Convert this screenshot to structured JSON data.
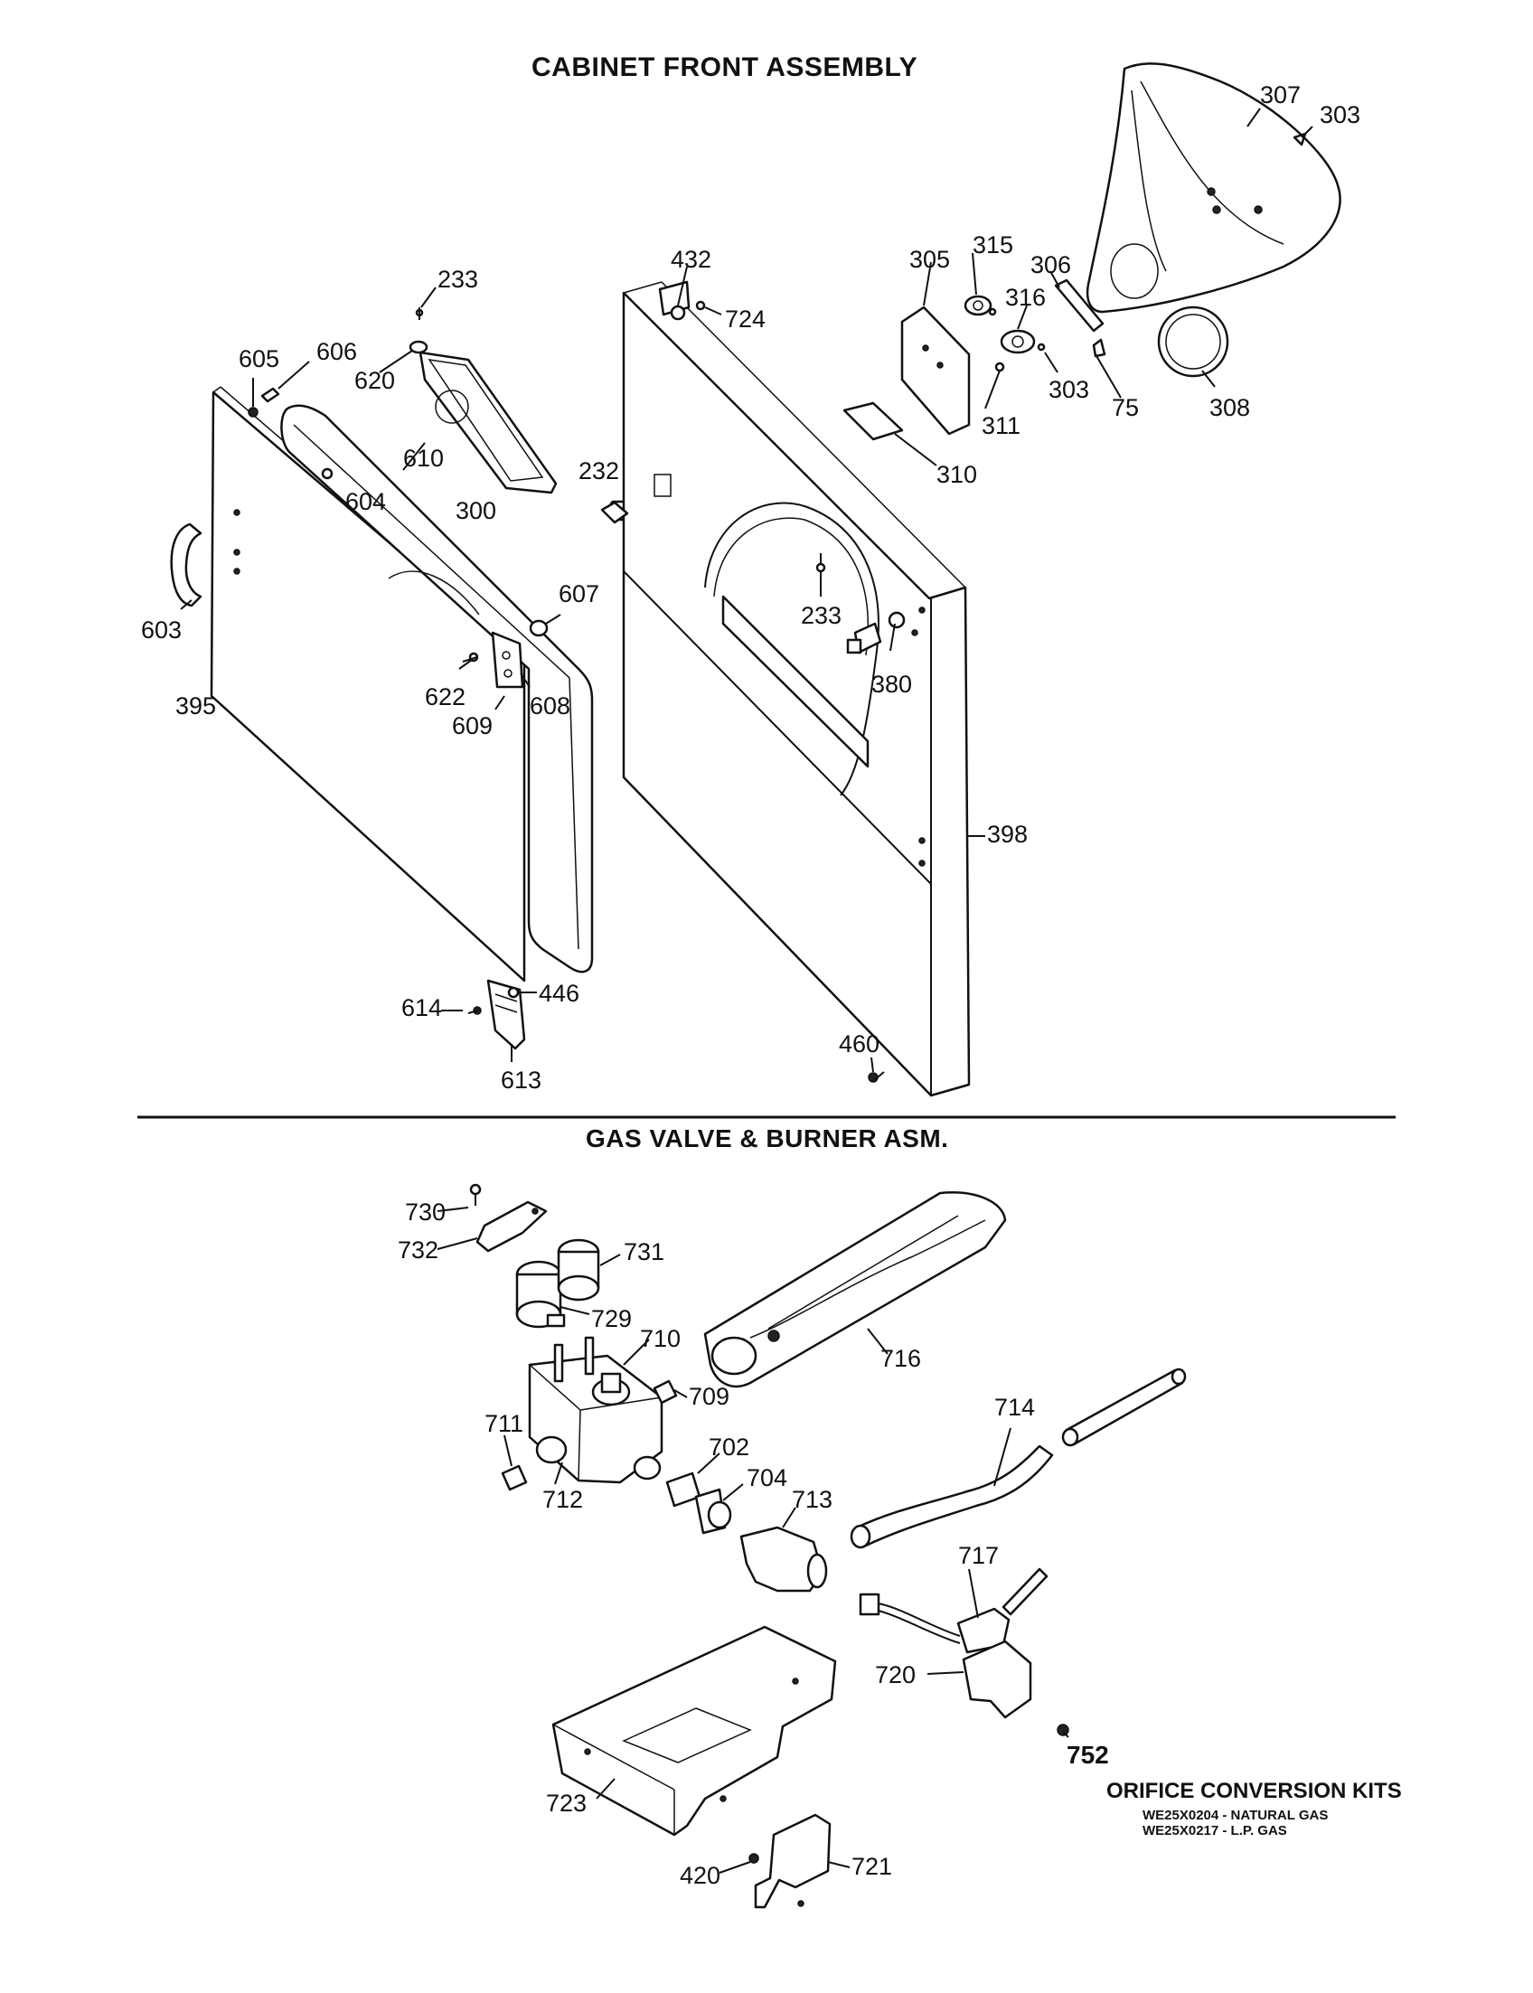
{
  "sections": {
    "top_title": "CABINET FRONT ASSEMBLY",
    "bottom_title": "GAS VALVE & BURNER ASM."
  },
  "orifice_kits": {
    "heading": "ORIFICE CONVERSION KITS",
    "natural": "WE25X0204 - NATURAL GAS",
    "lp": "WE25X0217 - L.P. GAS"
  },
  "callouts": {
    "c233a": "233",
    "c605": "605",
    "c606": "606",
    "c620": "620",
    "c610": "610",
    "c604": "604",
    "c300": "300",
    "c232": "232",
    "c432": "432",
    "c724": "724",
    "c305": "305",
    "c315": "315",
    "c316": "316",
    "c306": "306",
    "c307": "307",
    "c303a": "303",
    "c303b": "303",
    "c75": "75",
    "c308": "308",
    "c311": "311",
    "c310": "310",
    "c603": "603",
    "c395": "395",
    "c607": "607",
    "c622": "622",
    "c608": "608",
    "c609": "609",
    "c233b": "233",
    "c380": "380",
    "c398": "398",
    "c614": "614",
    "c446": "446",
    "c613": "613",
    "c460": "460",
    "c730": "730",
    "c732": "732",
    "c731": "731",
    "c729": "729",
    "c710": "710",
    "c709": "709",
    "c716": "716",
    "c711": "711",
    "c712": "712",
    "c702": "702",
    "c704": "704",
    "c713": "713",
    "c714": "714",
    "c717": "717",
    "c720": "720",
    "c752": "752",
    "c723": "723",
    "c721": "721",
    "c420": "420"
  }
}
